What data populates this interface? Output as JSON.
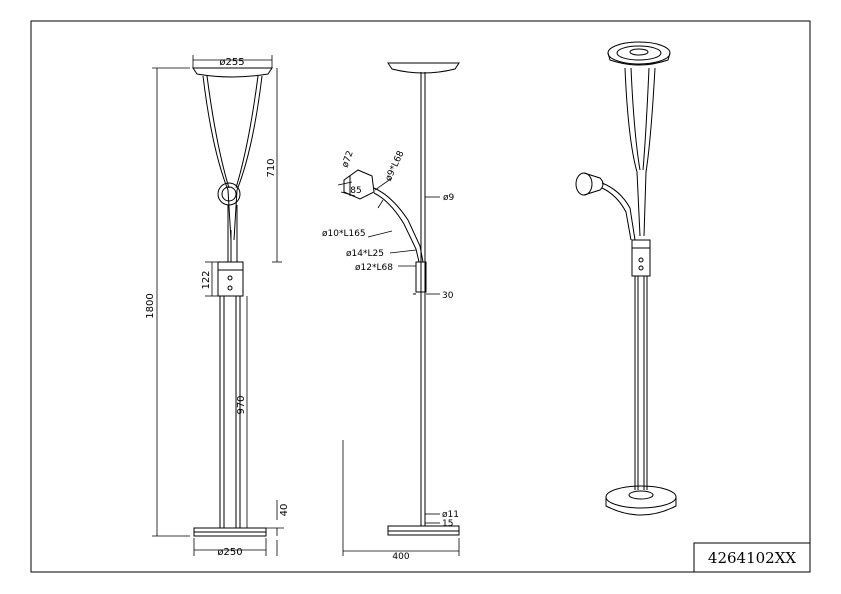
{
  "dimensions": {
    "shade_diameter": "ø255",
    "base_diameter": "ø250",
    "total_height": "1800",
    "shade_height": "710",
    "switch_height": "122",
    "stem_lower": "970",
    "base_height": "40",
    "reading_head_diameter": "ø72",
    "reading_head_depth": "85",
    "arm_tip": "ø9*L68",
    "pole_top": "ø9",
    "arm_main": "ø10*L165",
    "arm_joint": "ø14*L25",
    "arm_low": "ø12*L68",
    "switch_offset": "30",
    "pole_bottom": "ø11",
    "base_thickness": "15",
    "arm_reach": "400"
  },
  "product_id": "4264102XX"
}
